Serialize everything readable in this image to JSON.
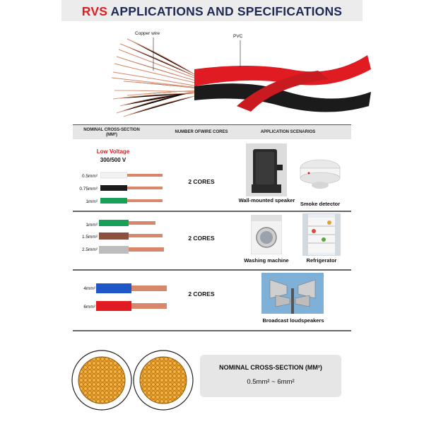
{
  "header": {
    "title_red": "RVS",
    "title_rest": " APPLICATIONS AND SPECIFICATIONS"
  },
  "callouts": {
    "copper": "Copper wire",
    "pvc": "PVC"
  },
  "table": {
    "headers": [
      "NOMINAL CROSS-SECTION (MM²)",
      "NUMBER OFWIRE CORES",
      "APPLICATION SCENARIOS"
    ],
    "voltage_label": "Low Voltage",
    "voltage_value": "300/500 V",
    "rows": [
      {
        "sizes": [
          "0.5mm²",
          "0.75mm²",
          "1mm²"
        ],
        "cores": "2 CORES",
        "apps": [
          "Wall-mounted speaker",
          "Smoke detector"
        ]
      },
      {
        "sizes": [
          "1mm²",
          "1.5mm²",
          "2.5mm²"
        ],
        "cores": "2 CORES",
        "apps": [
          "Washing machine",
          "Refrigerator"
        ]
      },
      {
        "sizes": [
          "4mm²",
          "6mm²"
        ],
        "cores": "2 CORES",
        "apps": [
          "Broadcast loudspeakers"
        ]
      }
    ]
  },
  "spec": {
    "title": "NOMINAL CROSS-SECTION (MM²)",
    "value": "0.5mm² ~ 6mm²"
  },
  "colors": {
    "red": "#e01b22",
    "navy": "#1e2a55",
    "copper": "#d9876a",
    "black_wire": "#1b1b1b",
    "white_wire": "#f2f2f2",
    "green_wire": "#16a05a",
    "brown_wire": "#8a5040",
    "grey_wire": "#bdbdbd",
    "blue_wire": "#1f56c8"
  }
}
